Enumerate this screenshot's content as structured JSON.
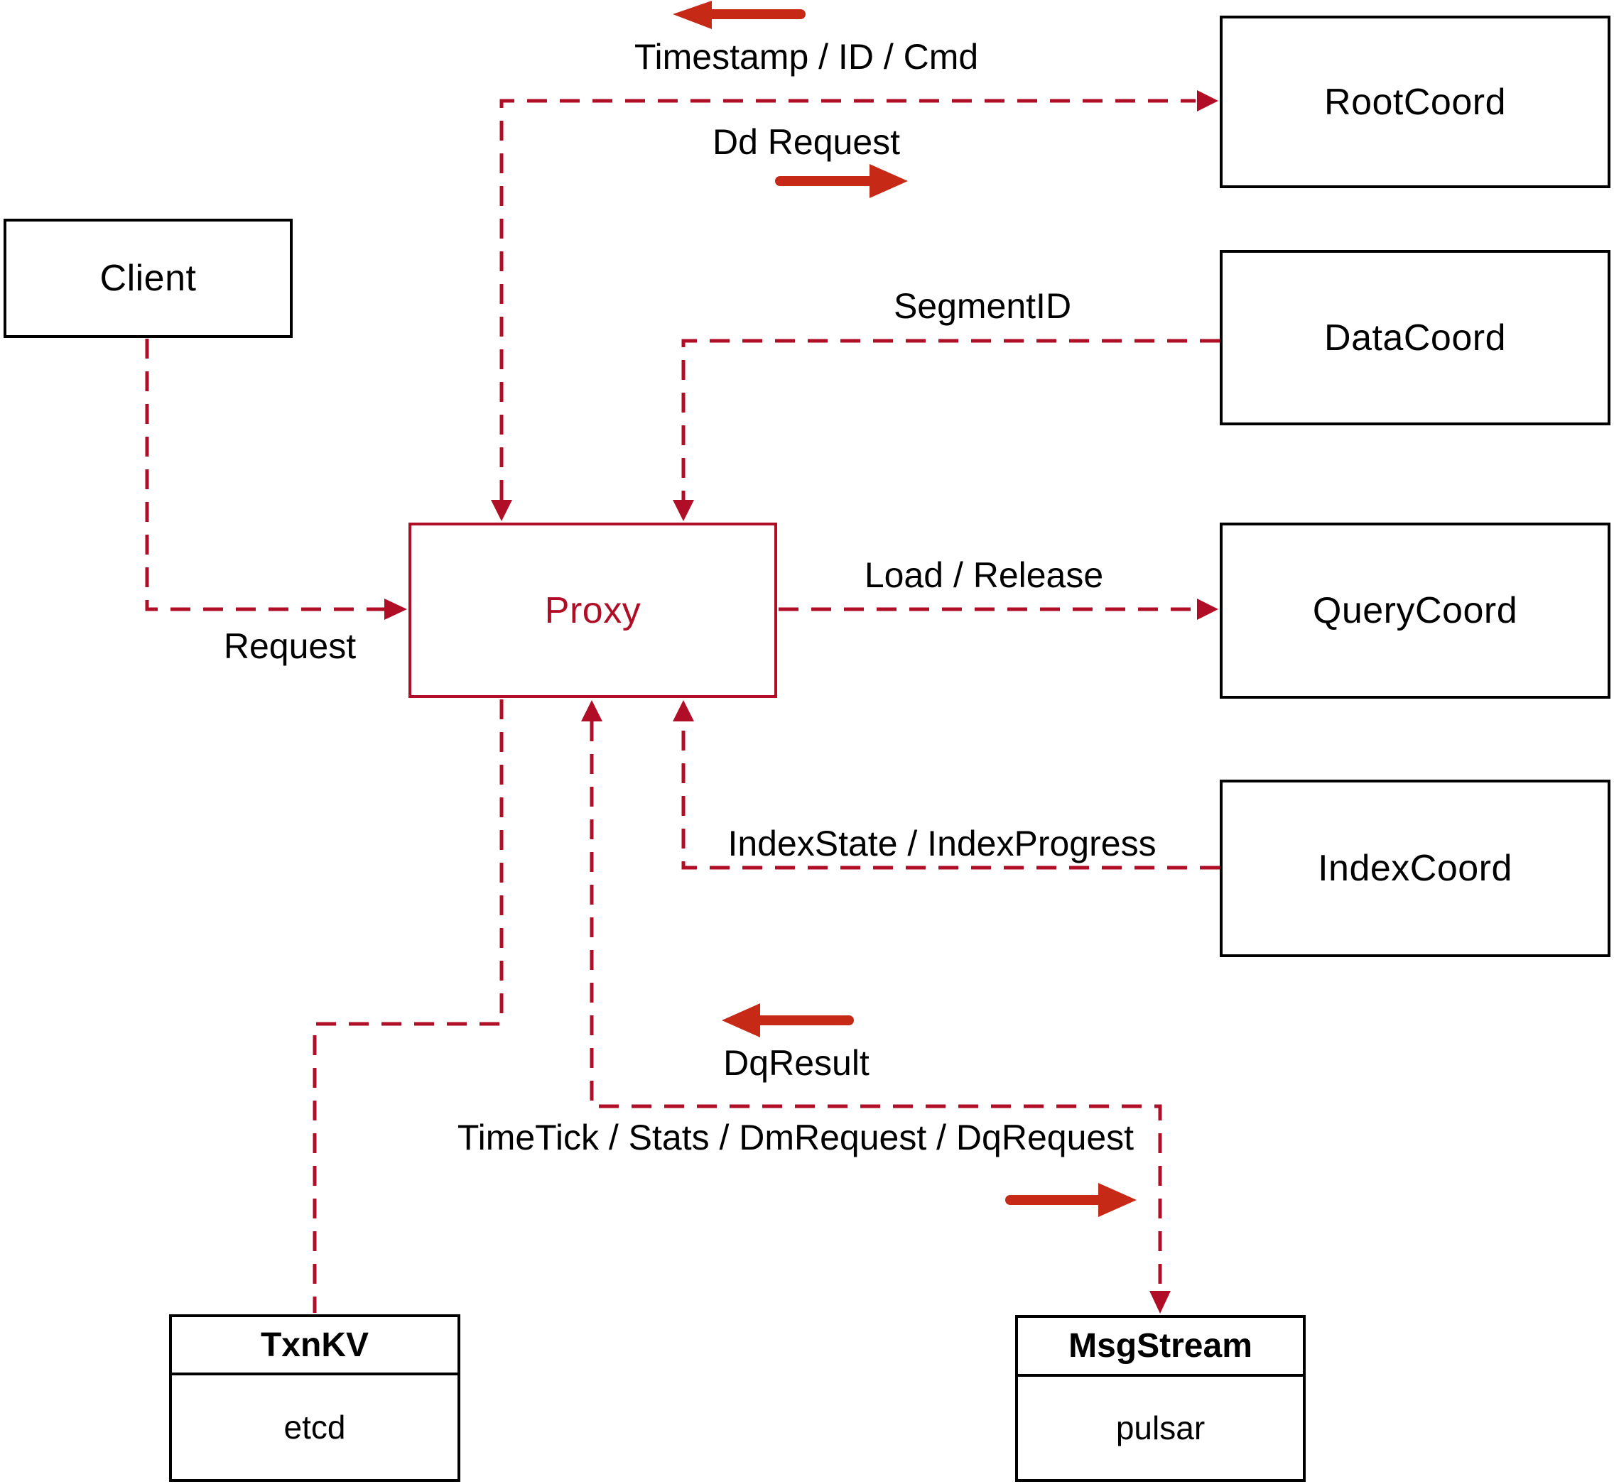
{
  "colors": {
    "wire_red": "#b00d26",
    "solid_arrow_red": "#c62a17",
    "box_border": "#000000",
    "text": "#000000",
    "background": "#ffffff"
  },
  "nodes": {
    "client": {
      "label": "Client"
    },
    "proxy": {
      "label": "Proxy"
    },
    "root_coord": {
      "label": "RootCoord"
    },
    "data_coord": {
      "label": "DataCoord"
    },
    "query_coord": {
      "label": "QueryCoord"
    },
    "index_coord": {
      "label": "IndexCoord"
    },
    "txn_kv": {
      "title": "TxnKV",
      "impl": "etcd"
    },
    "msg_stream": {
      "title": "MsgStream",
      "impl": "pulsar"
    }
  },
  "edge_labels": {
    "timestamp": "Timestamp / ID / Cmd",
    "dd_request": "Dd Request",
    "segment_id": "SegmentID",
    "load_release": "Load / Release",
    "index_state": "IndexState / IndexProgress",
    "request": "Request",
    "dq_result": "DqResult",
    "time_tick": "TimeTick / Stats / DmRequest / DqRequest"
  }
}
